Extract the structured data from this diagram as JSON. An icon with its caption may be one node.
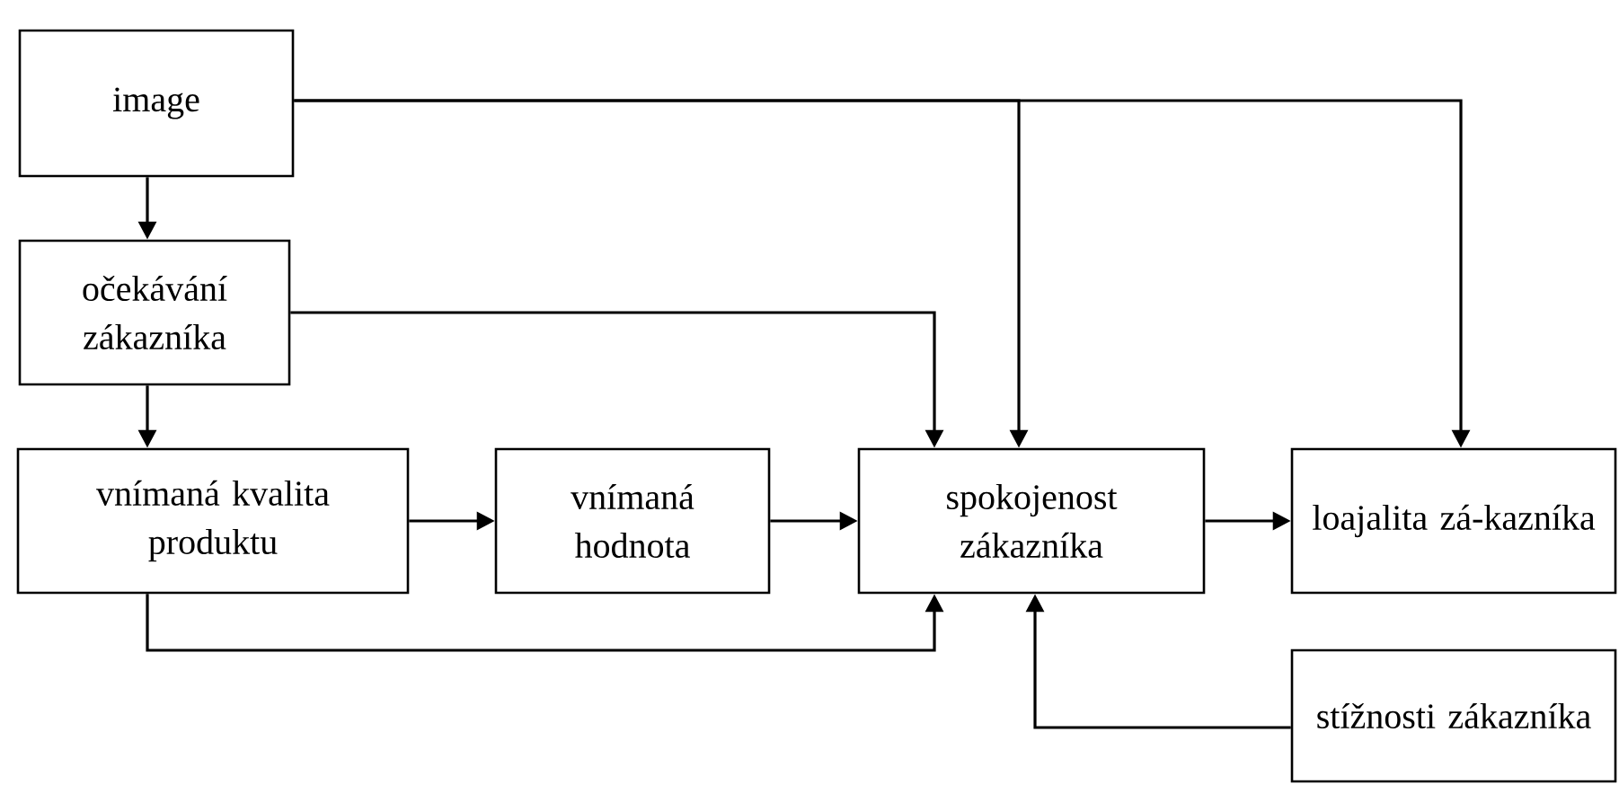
{
  "diagram": {
    "nodes": [
      {
        "text": [
          "image"
        ]
      },
      {
        "text": [
          "očekávání zákazníka"
        ]
      },
      {
        "text": [
          "vnímaná kvalita produktu"
        ]
      },
      {
        "text": [
          "vnímaná hodnota"
        ]
      },
      {
        "text": [
          "spokojenost zákazníka"
        ]
      },
      {
        "text": [
          "loajalita zá-kazníka"
        ]
      },
      {
        "text": [
          "stížnosti zákazníka"
        ]
      }
    ],
    "edges": [
      {
        "from": 0,
        "to": 1,
        "arrow": "to"
      },
      {
        "from": 1,
        "to": 2,
        "arrow": "to"
      },
      {
        "from": 2,
        "to": 3,
        "arrow": "to"
      },
      {
        "from": 3,
        "to": 4,
        "arrow": "to"
      },
      {
        "from": 4,
        "to": 5,
        "arrow": "to"
      },
      {
        "from": 0,
        "to": 4,
        "arrow": "to"
      },
      {
        "from": 0,
        "to": 5,
        "arrow": "to"
      },
      {
        "from": 1,
        "to": 4,
        "arrow": "to"
      },
      {
        "from": 2,
        "to": 4,
        "arrow": "to"
      },
      {
        "from": 6,
        "to": 4,
        "arrow": "to"
      }
    ]
  }
}
